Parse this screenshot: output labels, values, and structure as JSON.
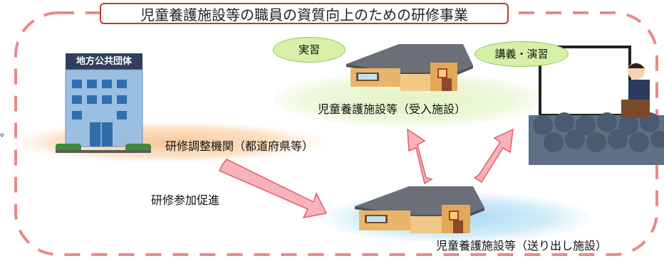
{
  "title": "児童養護施設等の職員の資質向上のための研修事業",
  "local_gov": {
    "sign": "地方公共団体",
    "label": "研修調整機関（都道府県等）"
  },
  "receiving_facility": {
    "label": "児童養護施設等（受入施設）",
    "bubble_practice": "実習",
    "bubble_lecture": "講義・演習"
  },
  "sending_facility": {
    "label": "児童養護施設等（送り出し施設）"
  },
  "arrow_label": "研修参加促進",
  "edge_mark": "。",
  "colors": {
    "dashed_border": "#e88a8a",
    "arrow_fill": "#f7b3b8",
    "arrow_stroke": "#e35d6a",
    "title_border": "#c0392b",
    "bubble_fill": "#d6f0a8"
  }
}
